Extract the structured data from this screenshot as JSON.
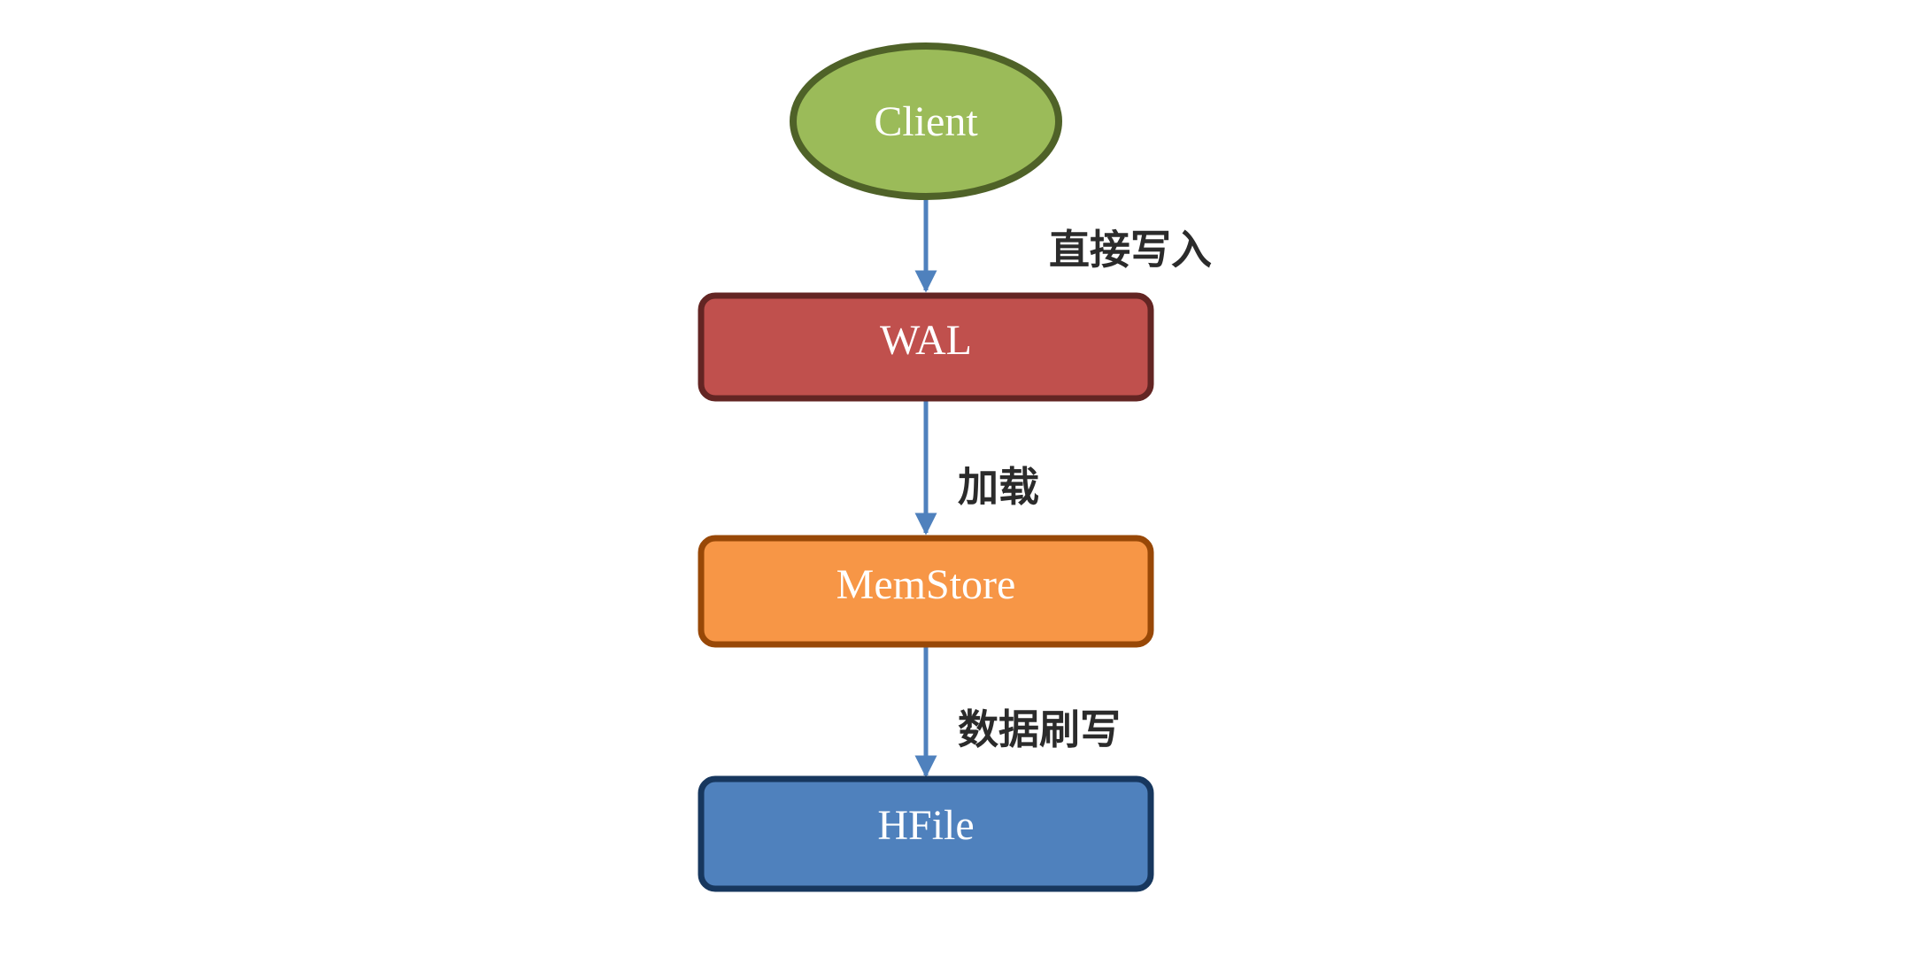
{
  "diagram": {
    "nodes": [
      {
        "id": "client",
        "label": "Client",
        "shape": "ellipse",
        "fill": "#9BBB59",
        "stroke": "#4F6228"
      },
      {
        "id": "wal",
        "label": "WAL",
        "shape": "rounded-rect",
        "fill": "#C0504D",
        "stroke": "#632523"
      },
      {
        "id": "memstore",
        "label": "MemStore",
        "shape": "rounded-rect",
        "fill": "#F79646",
        "stroke": "#984807"
      },
      {
        "id": "hfile",
        "label": "HFile",
        "shape": "rounded-rect",
        "fill": "#4F81BD",
        "stroke": "#17375E"
      }
    ],
    "edges": [
      {
        "from": "client",
        "to": "wal",
        "label": "直接写入"
      },
      {
        "from": "wal",
        "to": "memstore",
        "label": "加载"
      },
      {
        "from": "memstore",
        "to": "hfile",
        "label": "数据刷写"
      }
    ],
    "arrow_color": "#4F81BD"
  }
}
